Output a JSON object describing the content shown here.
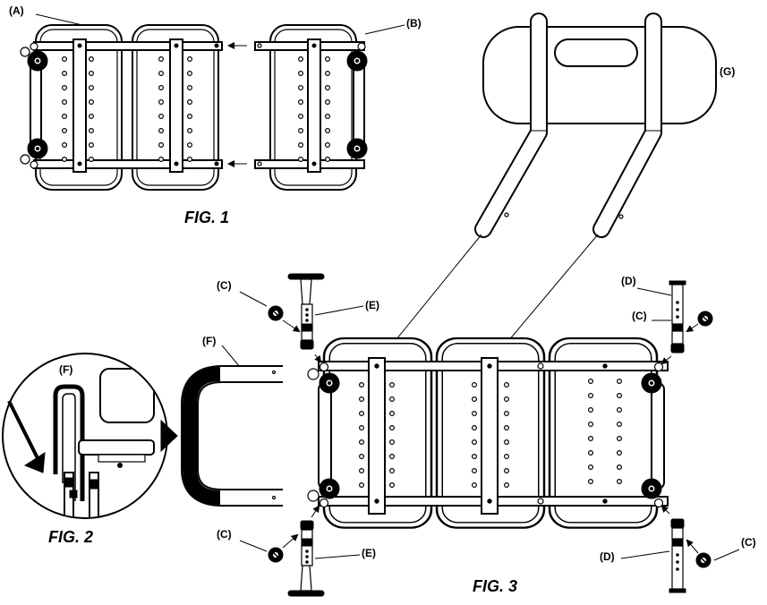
{
  "labels": {
    "a": "(A)",
    "b": "(B)",
    "c1": "(C)",
    "c2": "(C)",
    "c3": "(C)",
    "c4": "(C)",
    "d1": "(D)",
    "d2": "(D)",
    "e1": "(E)",
    "e2": "(E)",
    "f1": "(F)",
    "f2": "(F)",
    "g": "(G)"
  },
  "figures": {
    "fig1": "FIG. 1",
    "fig2": "FIG. 2",
    "fig3": "FIG. 3"
  },
  "icons": [
    "arrow-icon",
    "wheel-icon",
    "leg-icon",
    "knob-icon",
    "handle-icon",
    "backrest-icon"
  ]
}
